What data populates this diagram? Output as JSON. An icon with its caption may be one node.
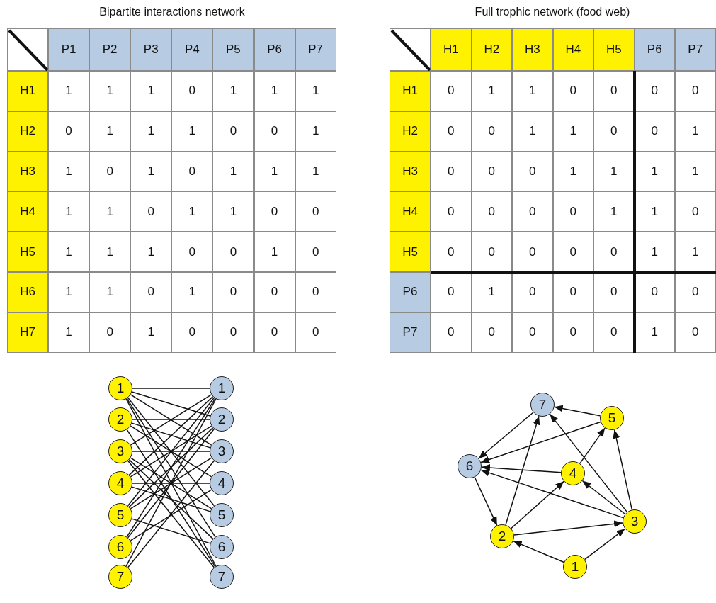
{
  "diagram": {
    "nodes": [
      {
        "text": [
          "1"
        ]
      },
      {
        "text": [
          "2"
        ]
      },
      {
        "text": [
          "3"
        ]
      },
      {
        "text": [
          "4"
        ]
      },
      {
        "text": [
          "5"
        ]
      },
      {
        "text": [
          "6"
        ]
      },
      {
        "text": [
          "7"
        ]
      },
      {
        "text": [
          "1"
        ]
      },
      {
        "text": [
          "2"
        ]
      },
      {
        "text": [
          "3"
        ]
      },
      {
        "text": [
          "4"
        ]
      },
      {
        "text": [
          "5"
        ]
      },
      {
        "text": [
          "6"
        ]
      },
      {
        "text": [
          "7"
        ]
      },
      {
        "text": [
          "1"
        ]
      },
      {
        "text": [
          "2"
        ]
      },
      {
        "text": [
          "3"
        ]
      },
      {
        "text": [
          "4"
        ]
      },
      {
        "text": [
          "5"
        ]
      },
      {
        "text": [
          "6"
        ]
      },
      {
        "text": [
          "7"
        ]
      }
    ],
    "edges": [
      {
        "from": 0,
        "to": 7,
        "arrow": "none"
      },
      {
        "from": 0,
        "to": 8,
        "arrow": "none"
      },
      {
        "from": 0,
        "to": 9,
        "arrow": "none"
      },
      {
        "from": 0,
        "to": 11,
        "arrow": "none"
      },
      {
        "from": 0,
        "to": 12,
        "arrow": "none"
      },
      {
        "from": 0,
        "to": 13,
        "arrow": "none"
      },
      {
        "from": 1,
        "to": 8,
        "arrow": "none"
      },
      {
        "from": 1,
        "to": 9,
        "arrow": "none"
      },
      {
        "from": 1,
        "to": 10,
        "arrow": "none"
      },
      {
        "from": 1,
        "to": 13,
        "arrow": "none"
      },
      {
        "from": 2,
        "to": 7,
        "arrow": "none"
      },
      {
        "from": 2,
        "to": 9,
        "arrow": "none"
      },
      {
        "from": 2,
        "to": 11,
        "arrow": "none"
      },
      {
        "from": 2,
        "to": 12,
        "arrow": "none"
      },
      {
        "from": 2,
        "to": 13,
        "arrow": "none"
      },
      {
        "from": 3,
        "to": 7,
        "arrow": "none"
      },
      {
        "from": 3,
        "to": 8,
        "arrow": "none"
      },
      {
        "from": 3,
        "to": 10,
        "arrow": "none"
      },
      {
        "from": 3,
        "to": 11,
        "arrow": "none"
      },
      {
        "from": 4,
        "to": 7,
        "arrow": "none"
      },
      {
        "from": 4,
        "to": 8,
        "arrow": "none"
      },
      {
        "from": 4,
        "to": 9,
        "arrow": "none"
      },
      {
        "from": 4,
        "to": 12,
        "arrow": "none"
      },
      {
        "from": 5,
        "to": 7,
        "arrow": "none"
      },
      {
        "from": 5,
        "to": 8,
        "arrow": "none"
      },
      {
        "from": 5,
        "to": 10,
        "arrow": "none"
      },
      {
        "from": 6,
        "to": 7,
        "arrow": "none"
      },
      {
        "from": 6,
        "to": 9,
        "arrow": "none"
      },
      {
        "from": 14,
        "to": 15,
        "arrow": "to"
      },
      {
        "from": 14,
        "to": 16,
        "arrow": "to"
      },
      {
        "from": 15,
        "to": 16,
        "arrow": "to"
      },
      {
        "from": 15,
        "to": 17,
        "arrow": "to"
      },
      {
        "from": 15,
        "to": 20,
        "arrow": "to"
      },
      {
        "from": 16,
        "to": 17,
        "arrow": "to"
      },
      {
        "from": 16,
        "to": 18,
        "arrow": "to"
      },
      {
        "from": 16,
        "to": 19,
        "arrow": "to"
      },
      {
        "from": 16,
        "to": 20,
        "arrow": "to"
      },
      {
        "from": 17,
        "to": 18,
        "arrow": "to"
      },
      {
        "from": 17,
        "to": 19,
        "arrow": "to"
      },
      {
        "from": 18,
        "to": 19,
        "arrow": "to"
      },
      {
        "from": 18,
        "to": 20,
        "arrow": "to"
      },
      {
        "from": 19,
        "to": 15,
        "arrow": "to"
      },
      {
        "from": 20,
        "to": 19,
        "arrow": "to"
      }
    ],
    "labels": [
      "Bipartite interactions network",
      "Full trophic network (food web)",
      "P1",
      "P2",
      "P3",
      "P4",
      "P5",
      "P6",
      "P7",
      "H1",
      "1",
      "1",
      "1",
      "0",
      "1",
      "1",
      "1",
      "H2",
      "0",
      "1",
      "1",
      "1",
      "0",
      "0",
      "1",
      "H3",
      "1",
      "0",
      "1",
      "0",
      "1",
      "1",
      "1",
      "H4",
      "1",
      "1",
      "0",
      "1",
      "1",
      "0",
      "0",
      "H5",
      "1",
      "1",
      "1",
      "0",
      "0",
      "1",
      "0",
      "H6",
      "1",
      "1",
      "0",
      "1",
      "0",
      "0",
      "0",
      "H7",
      "1",
      "0",
      "1",
      "0",
      "0",
      "0",
      "0",
      "H1",
      "H2",
      "H3",
      "H4",
      "H5",
      "P6",
      "P7",
      "H1",
      "0",
      "1",
      "1",
      "0",
      "0",
      "0",
      "0",
      "H2",
      "0",
      "0",
      "1",
      "1",
      "0",
      "0",
      "1",
      "H3",
      "0",
      "0",
      "0",
      "1",
      "1",
      "1",
      "1",
      "H4",
      "0",
      "0",
      "0",
      "0",
      "1",
      "1",
      "0",
      "H5",
      "0",
      "0",
      "0",
      "0",
      "0",
      "1",
      "1",
      "P6",
      "0",
      "1",
      "0",
      "0",
      "0",
      "0",
      "0",
      "P7",
      "0",
      "0",
      "0",
      "0",
      "0",
      "1",
      "0"
    ]
  }
}
